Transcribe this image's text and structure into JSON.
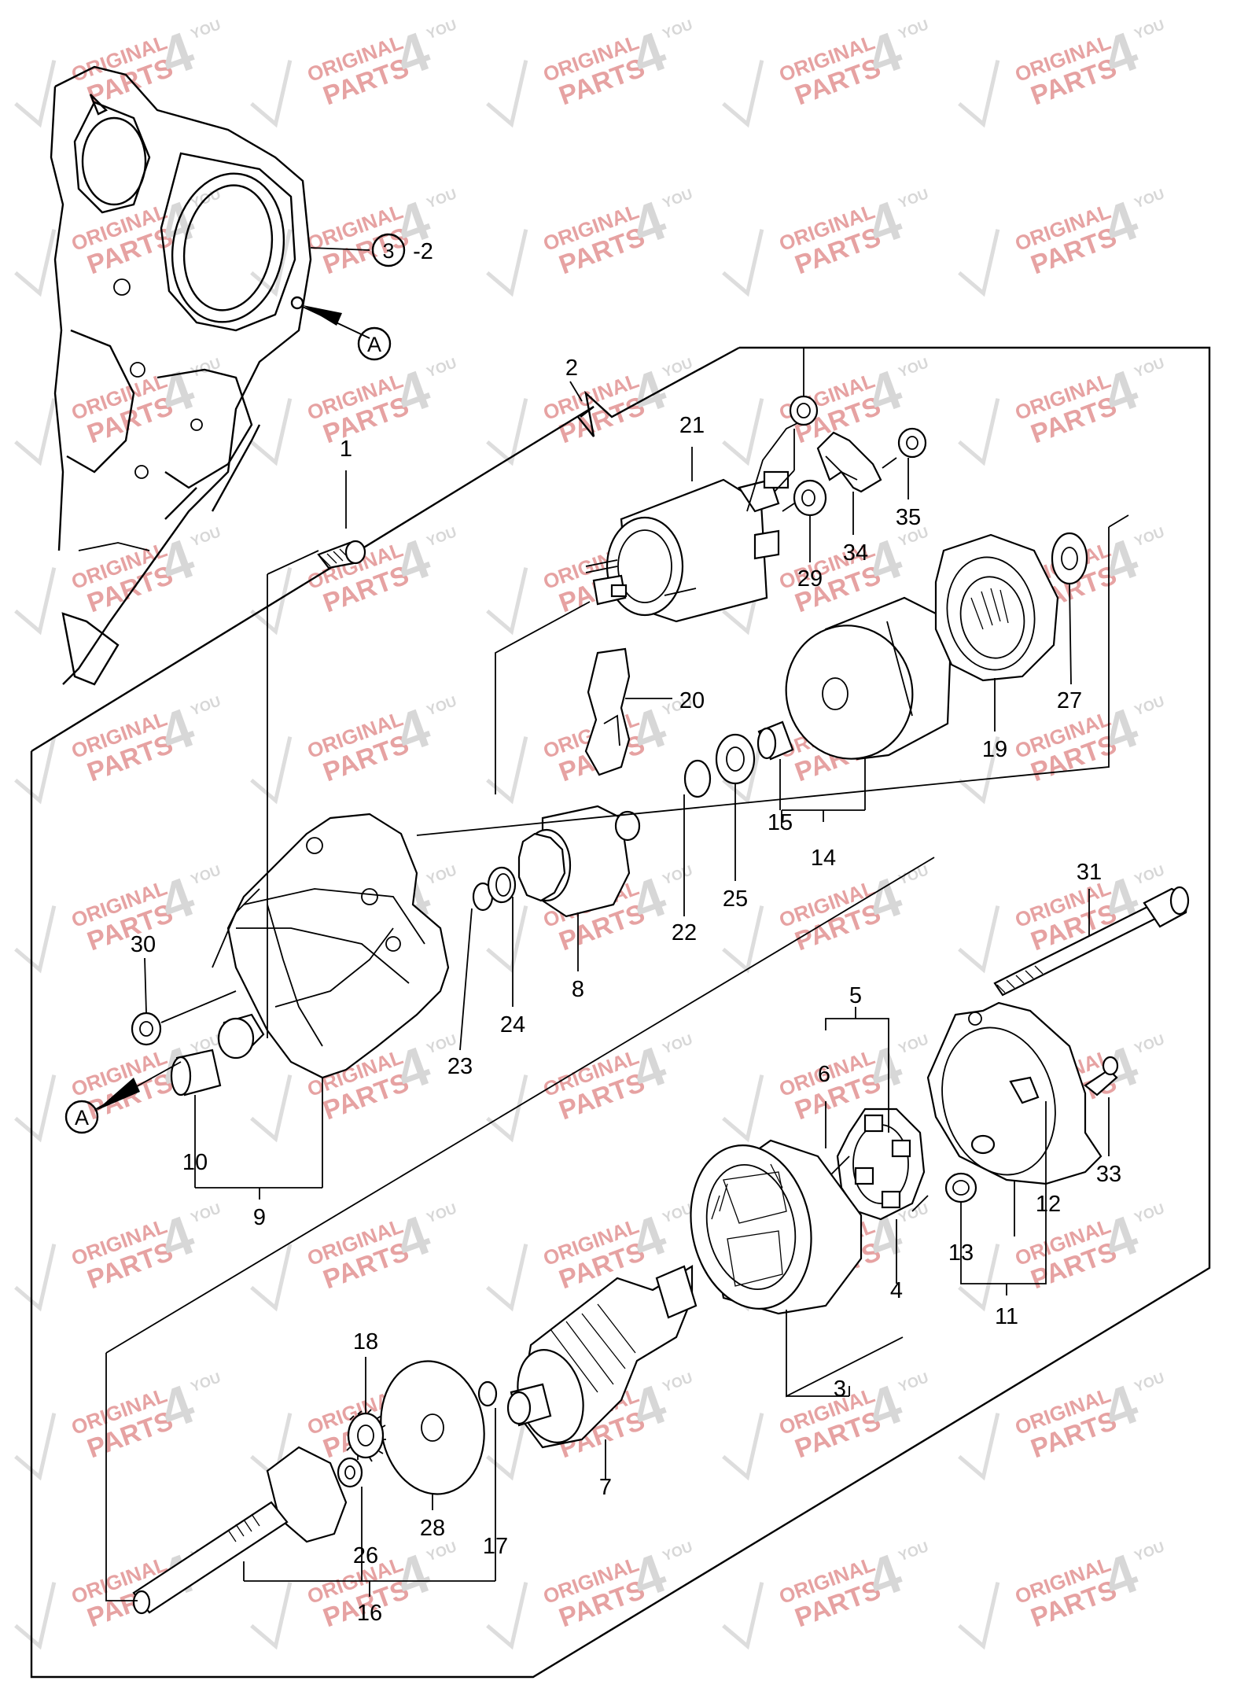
{
  "watermark": {
    "line1": "ORIGINAL",
    "line2": "PARTS",
    "brand": "4",
    "suffix": "YOU"
  },
  "callouts": {
    "p1": "1",
    "p2": "2",
    "p3": "3",
    "p4": "4",
    "p5": "5",
    "p6": "6",
    "p7": "7",
    "p8": "8",
    "p9": "9",
    "p10": "10",
    "p11": "11",
    "p12": "12",
    "p13": "13",
    "p14": "14",
    "p15": "15",
    "p16": "16",
    "p17": "17",
    "p18": "18",
    "p19": "19",
    "p20": "20",
    "p21": "21",
    "p22": "22",
    "p23": "23",
    "p24": "24",
    "p25": "25",
    "p26": "26",
    "p27": "27",
    "p28": "28",
    "p29": "29",
    "p30": "30",
    "p31": "31",
    "p33": "33",
    "p34": "34",
    "p35": "35"
  },
  "reference": {
    "circled_number": "3",
    "suffix": "-2",
    "marker_a_top": "A",
    "marker_a_bottom": "A"
  }
}
